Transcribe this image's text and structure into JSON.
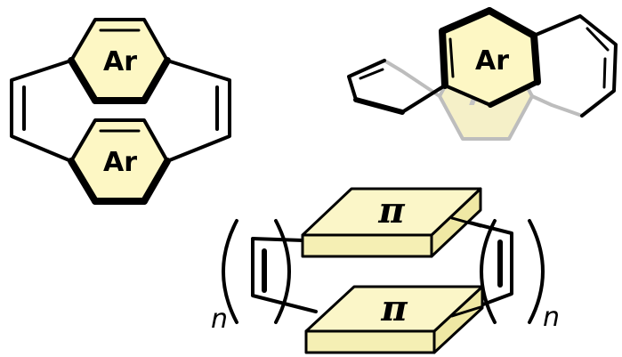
{
  "diagram": {
    "ring_label": "Ar",
    "pi_label": "π",
    "repeat_label": "n",
    "colors": {
      "ring_fill": "#fdf7c4",
      "ghost_ring_fill": "#f5f0c8",
      "ghost_stroke": "#bdbdbd",
      "slab_top": "#fbf6c8",
      "slab_side": "#f5efb4",
      "line": "#000000"
    }
  }
}
